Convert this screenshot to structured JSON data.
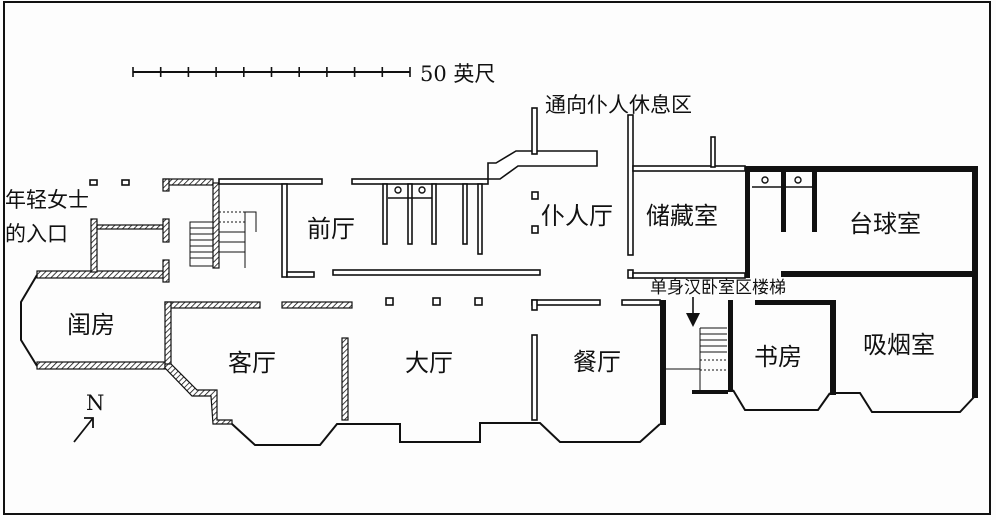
{
  "scale_bar": {
    "label": "50 英尺",
    "divisions": 10
  },
  "labels": {
    "to_servants": "通向仆人休息区",
    "ladies_entrance_line1": "年轻女士",
    "ladies_entrance_line2": "的入口",
    "vestibule": "前厅",
    "servants_hall": "仆人厅",
    "storeroom": "储藏室",
    "billiard_room": "台球室",
    "bachelor_stairs": "单身汉卧室区楼梯",
    "boudoir": "闺房",
    "drawing_room": "客厅",
    "great_hall": "大厅",
    "dining_room": "餐厅",
    "library": "书房",
    "smoking_room": "吸烟室",
    "north": "N"
  }
}
